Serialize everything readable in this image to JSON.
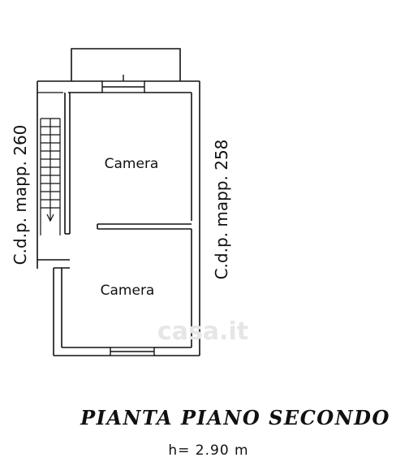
{
  "rooms": {
    "upper_label": "Camera",
    "lower_label": "Camera"
  },
  "neighbors": {
    "left_label": "C.d.p. mapp. 260",
    "right_label": "C.d.p. mapp. 258"
  },
  "watermark": "casa.it",
  "title": "PIANTA PIANO SECONDO",
  "height_note": "h= 2.90 m"
}
